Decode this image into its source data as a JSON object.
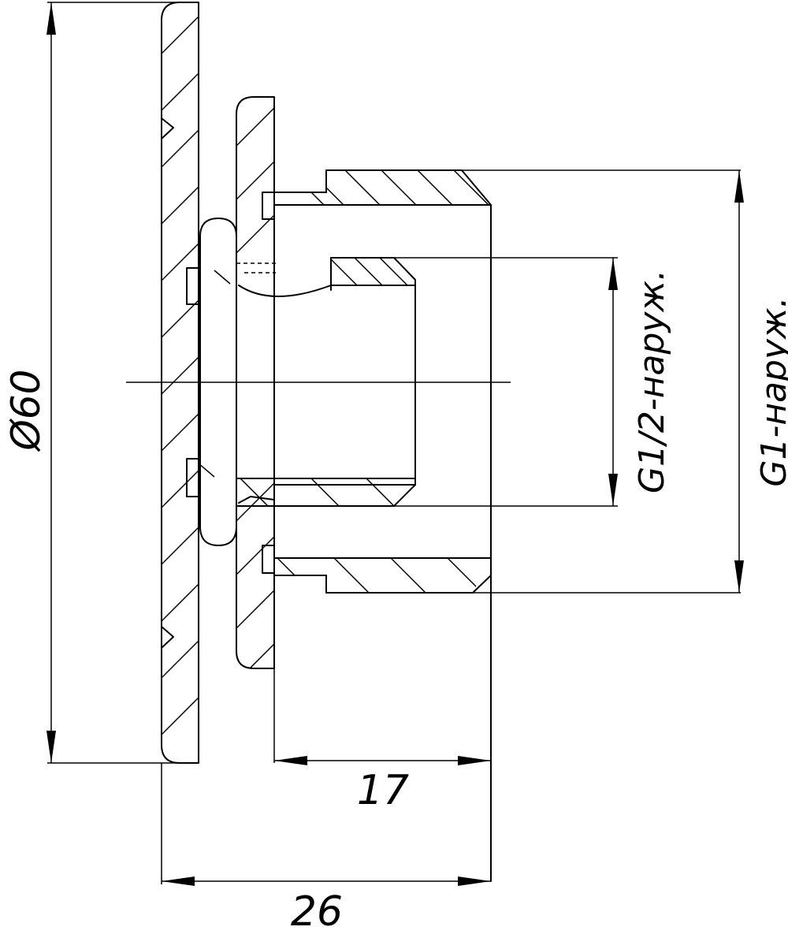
{
  "drawing": {
    "dimensions": {
      "diameter": "Ø60",
      "overall_length": "26",
      "thread_length": "17"
    },
    "threads": {
      "small": "G1/2-наруж.",
      "large": "G1-наруж."
    },
    "colors": {
      "line": "#000000",
      "background": "#ffffff"
    }
  }
}
